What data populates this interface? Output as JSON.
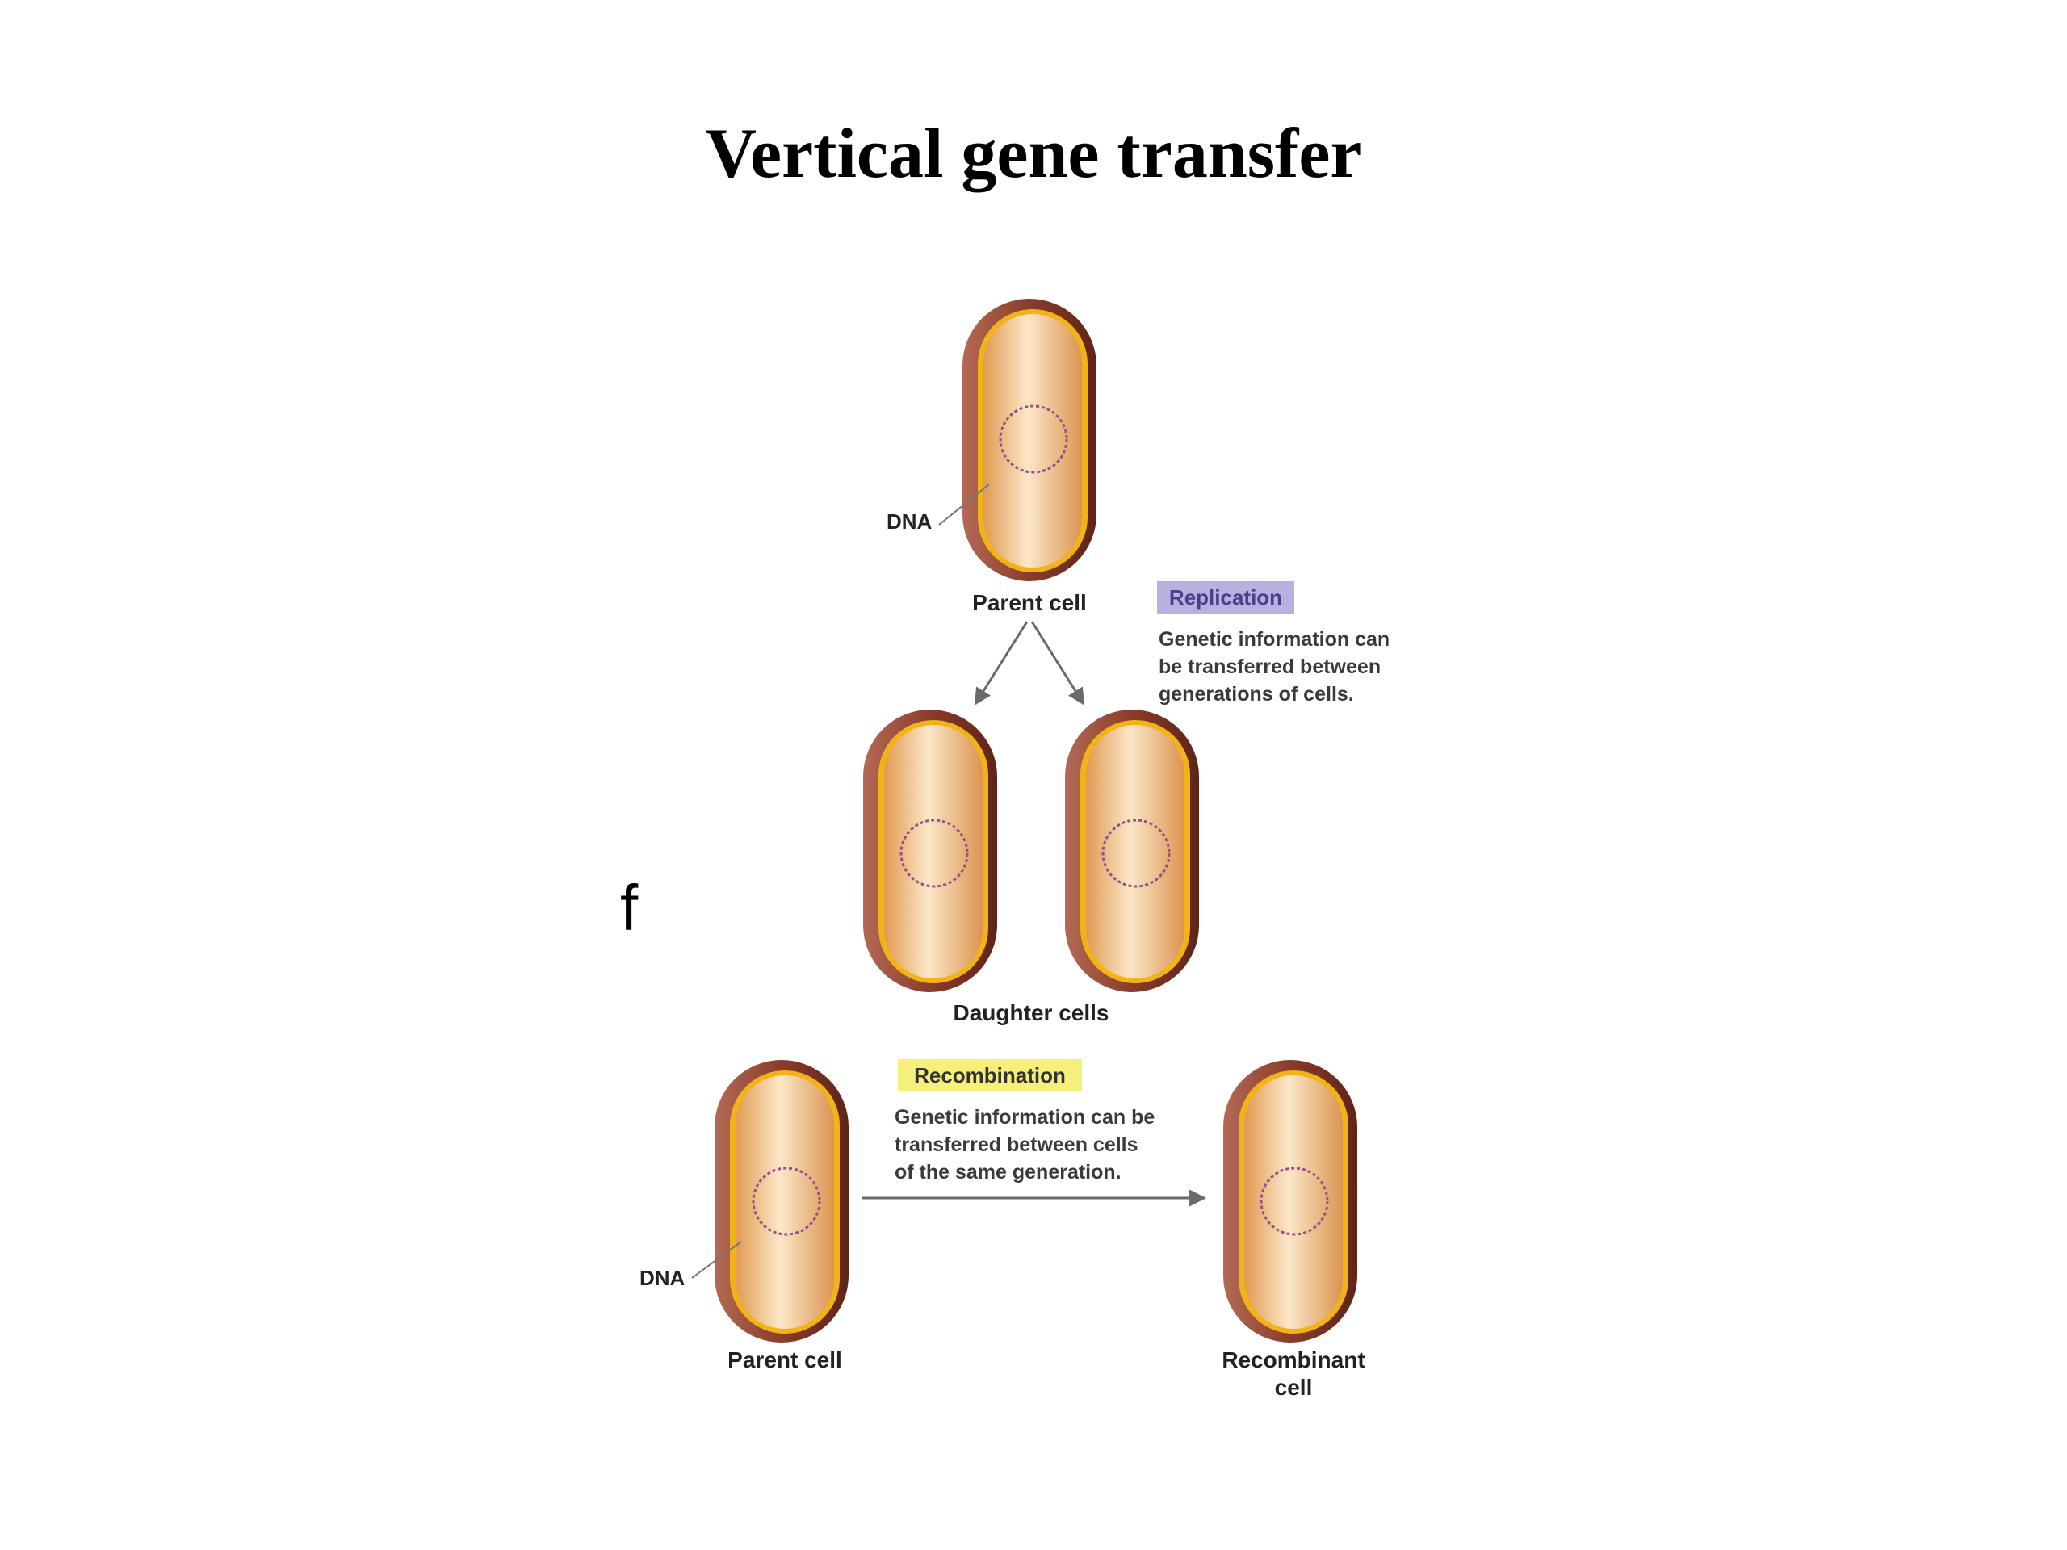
{
  "title": "Vertical gene transfer",
  "stray_glyph": "f",
  "colors": {
    "cell_outer": "#8a3c2a",
    "cell_membrane": "#f2b316",
    "cytoplasm_light": "#fbe6c6",
    "cytoplasm_dark": "#e0a05c",
    "dna": "#9a4f8a",
    "replication_tag": "#b8b0de",
    "replication_tag_text": "#4a3f8c",
    "recombination_tag": "#f6ef7a",
    "recombination_tag_text": "#333333",
    "arrow": "#6a6a6a"
  },
  "replication": {
    "tag": "Replication",
    "note_lines": [
      "Genetic information can",
      "be transferred between",
      "generations of cells."
    ],
    "parent_label": "Parent cell",
    "dna_label": "DNA",
    "daughters_label": "Daughter cells"
  },
  "recombination": {
    "tag": "Recombination",
    "note_lines": [
      "Genetic information can be",
      "transferred between cells",
      "of the same generation."
    ],
    "parent_label": "Parent cell",
    "dna_label": "DNA",
    "recombinant_label_lines": [
      "Recombinant",
      "cell"
    ]
  }
}
